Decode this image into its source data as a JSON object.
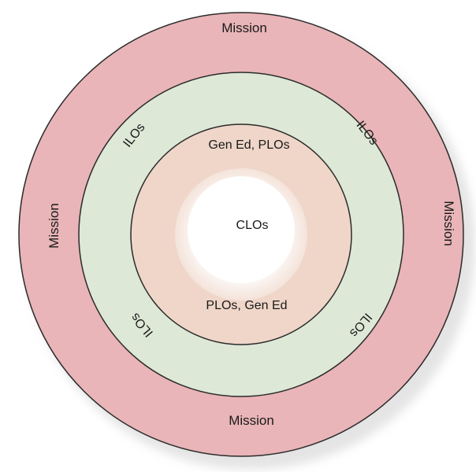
{
  "rings": {
    "outer": {
      "label_top": "Mission",
      "label_bottom": "Mission",
      "label_left": "Mission",
      "label_right": "Mission",
      "fill": "#e9b5b8",
      "stroke": "#2b2b2b"
    },
    "middle": {
      "label_top_left": "ILOs",
      "label_top_right": "ILOs",
      "label_bottom_left": "ILOs",
      "label_bottom_right": "ILOs",
      "fill": "#dde8d6",
      "stroke": "#2b2b2b"
    },
    "inner": {
      "label_top": "Gen Ed, PLOs",
      "label_bottom": "PLOs,  Gen Ed",
      "fill": "#efd6c8",
      "stroke": "#2b2b2b"
    },
    "center": {
      "label": "CLOs",
      "fill": "#ffffff"
    }
  }
}
